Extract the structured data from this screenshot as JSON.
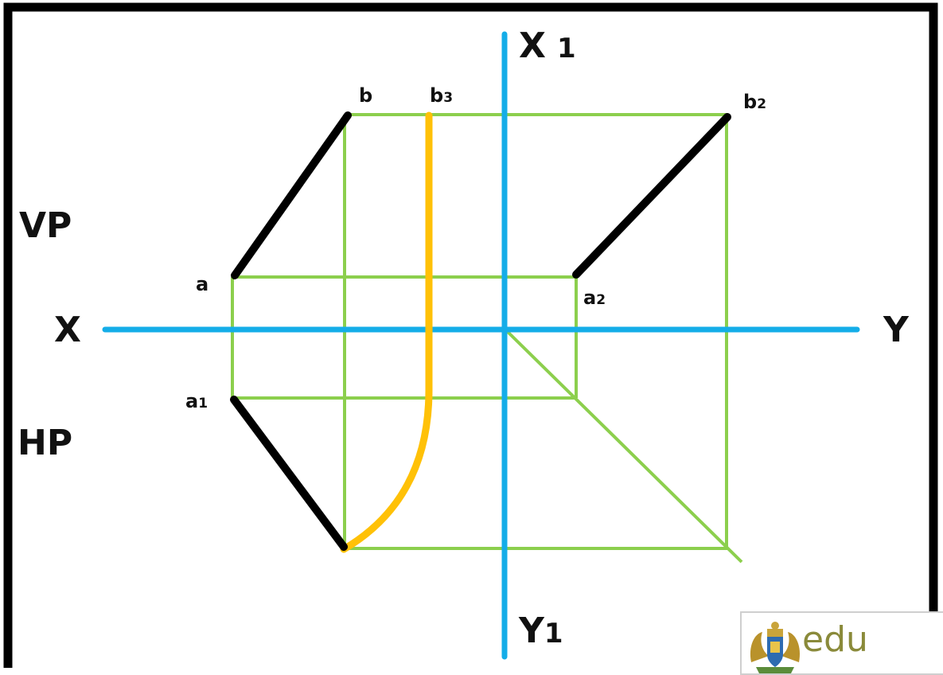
{
  "labels": {
    "vp": "VP",
    "hp": "HP",
    "x": "X",
    "y": "Y",
    "x1": "X",
    "x1_suffix": "1",
    "y1": "Y",
    "y1_suffix": "1",
    "a": "a",
    "b": "b",
    "a1": "a",
    "a1_sub": "1",
    "a2": "a",
    "a2_sub": "2",
    "b2": "b",
    "b2_sub": "2",
    "b3": "b",
    "b3_sub": "3"
  },
  "logo": {
    "text": "edu",
    "icon": "coat-of-arms-icon"
  },
  "colors": {
    "axis": "#14ade8",
    "projector": "#8ccf4d",
    "line": "#000000",
    "arc": "#ffc107",
    "frame": "#000000"
  }
}
